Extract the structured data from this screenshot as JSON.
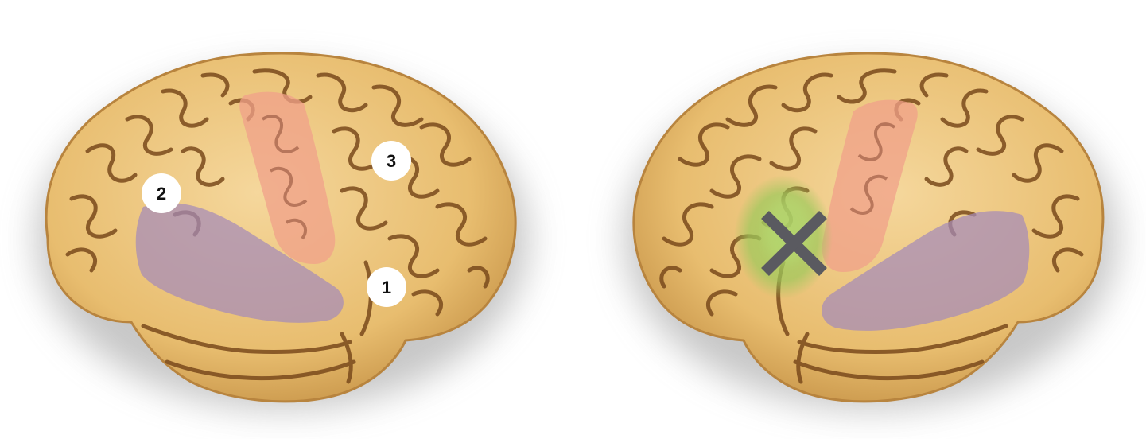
{
  "figure": {
    "left_brain": {
      "labels": [
        {
          "id": "label-1",
          "text": "1"
        },
        {
          "id": "label-2",
          "text": "2"
        },
        {
          "id": "label-3",
          "text": "3"
        }
      ]
    },
    "right_brain": {
      "marker": "x-mark"
    }
  },
  "colors": {
    "background": "#ffffff",
    "cortex": "#ecc47a",
    "cortex_dark": "#b8843e",
    "sulci": "#7a4a1c",
    "motor_area": "#f0a08a",
    "temporal_area": "#a58ab8",
    "lesion_area": "#9cc85a",
    "marker": "#5a5a60",
    "badge_fill": "#ffffff",
    "badge_text": "#111111"
  }
}
